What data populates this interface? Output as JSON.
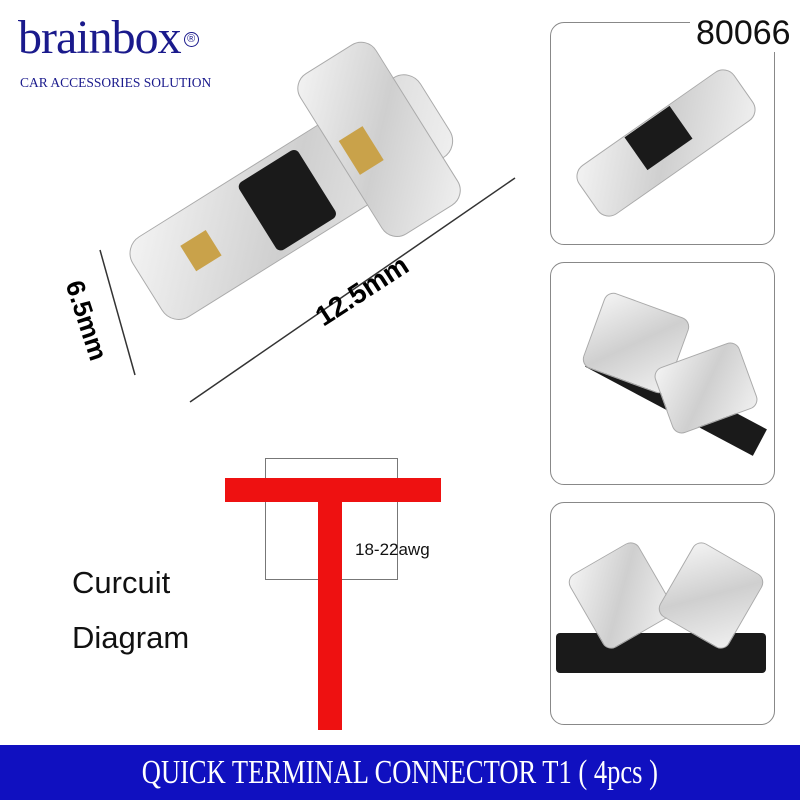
{
  "logo": {
    "name": "brainbox",
    "registered": "®",
    "tagline": "CAR ACCESSORIES SOLUTION"
  },
  "product_code": "80066",
  "dimensions": {
    "width": "6.5mm",
    "length": "12.5mm"
  },
  "diagram": {
    "title_line1": "Curcuit",
    "title_line2": "Diagram",
    "wire_gauge": "18-22awg",
    "wire_color": "#ee1111"
  },
  "banner": {
    "title": "QUICK TERMINAL CONNECTOR T1 ( 4pcs )",
    "color": "#1010c0"
  }
}
